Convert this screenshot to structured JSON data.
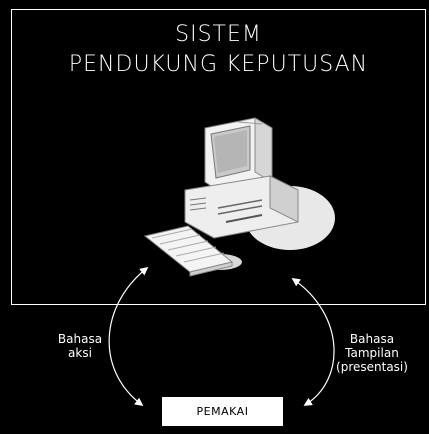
{
  "title": {
    "line1": "SISTEM",
    "line2": "PENDUKUNG KEPUTUSAN"
  },
  "labels": {
    "left_line1": "Bahasa",
    "left_line2": "aksi",
    "right_line1": "Bahasa",
    "right_line2": "Tampilan",
    "right_line3": "(presentasi)"
  },
  "user_box": {
    "label": "PEMAKAI"
  },
  "icons": {
    "computer": "computer-icon",
    "arrow_left": "curved-double-arrow-left",
    "arrow_right": "curved-double-arrow-right"
  },
  "colors": {
    "background": "#000000",
    "foreground": "#ffffff"
  }
}
